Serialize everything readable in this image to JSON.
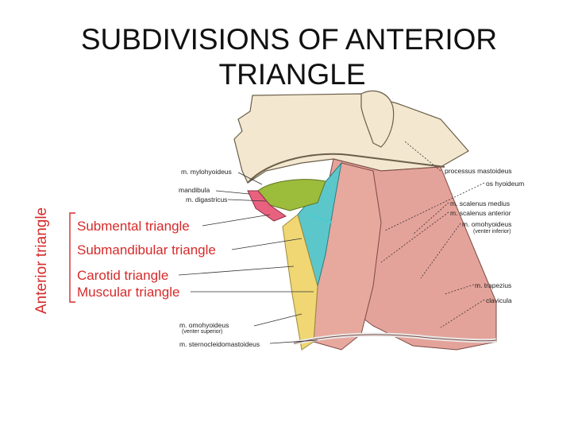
{
  "title": {
    "line1": "SUBDIVISIONS OF ANTERIOR",
    "line2": "TRIANGLE"
  },
  "group_label": "Anterior triangle",
  "triangles": [
    "Submental triangle",
    "Submandibular triangle",
    "Carotid triangle",
    "Muscular triangle"
  ],
  "labels_left": [
    "m. mylohyoideus",
    "mandibula",
    "m. digastricus",
    "m. omohyoideus",
    "(venter superior)",
    "m. sternocleidomastoideus"
  ],
  "labels_right": [
    "processus mastoideus",
    "os hyoideum",
    "m. scalenus medius",
    "m. scalenus anterior",
    "m. omohyoideus",
    "(venter inferior)",
    "m. trapezius",
    "clavicula"
  ],
  "colors": {
    "title": "#111111",
    "triangle_labels": "#d62a2a",
    "submental": "#e8627f",
    "submandibular": "#9cbc3b",
    "carotid": "#5cc7cb",
    "muscular": "#f0d774",
    "muscle": "#e4a39a",
    "skin": "#f3e7cf"
  }
}
